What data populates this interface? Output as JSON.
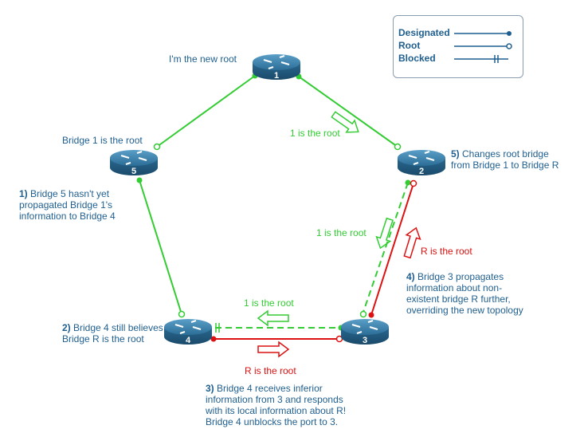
{
  "legend": {
    "designated": "Designated",
    "root": "Root",
    "blocked": "Blocked"
  },
  "routers": [
    {
      "id": "1",
      "label": "1"
    },
    {
      "id": "2",
      "label": "2"
    },
    {
      "id": "3",
      "label": "3"
    },
    {
      "id": "4",
      "label": "4"
    },
    {
      "id": "5",
      "label": "5"
    }
  ],
  "annotations": {
    "new_root": "I'm the new root",
    "bridge1_root": "Bridge 1 is the root",
    "step1_num": "1)",
    "step1_text": "Bridge 5 hasn't yet propagated Bridge 1's information to Bridge 4",
    "step1_line1": "Bridge 5 hasn't yet",
    "step1_line2": "propagated Bridge 1's",
    "step1_line3": "information to Bridge 4",
    "step2_num": "2)",
    "step2_line1": "Bridge 4 still believes",
    "step2_line2": "Bridge R is the root",
    "step3_num": "3)",
    "step3_line1": "Bridge 4 receives inferior",
    "step3_line2": "information from 3 and responds",
    "step3_line3": "with its local information about R!",
    "step3_line4": "Bridge 4 unblocks the port to 3.",
    "step4_num": "4)",
    "step4_line1": "Bridge 3 propagates",
    "step4_line2": "information about non-",
    "step4_line3": "existent bridge R further,",
    "step4_line4": "overriding the new topology",
    "step5_num": "5)",
    "step5_line1": "Changes root bridge",
    "step5_line2": "from Bridge 1 to Bridge R"
  },
  "messages": {
    "one_root_1_2": "1 is the root",
    "one_root_2_3": "1 is the root",
    "one_root_3_4": "1 is the root",
    "r_root_4_3": "R is the root",
    "r_root_3_2": "R is the root"
  },
  "colors": {
    "green": "#33cc33",
    "red": "#dd1111",
    "text_blue": "#1f5f8f",
    "router_fill": "#2e6f96"
  }
}
